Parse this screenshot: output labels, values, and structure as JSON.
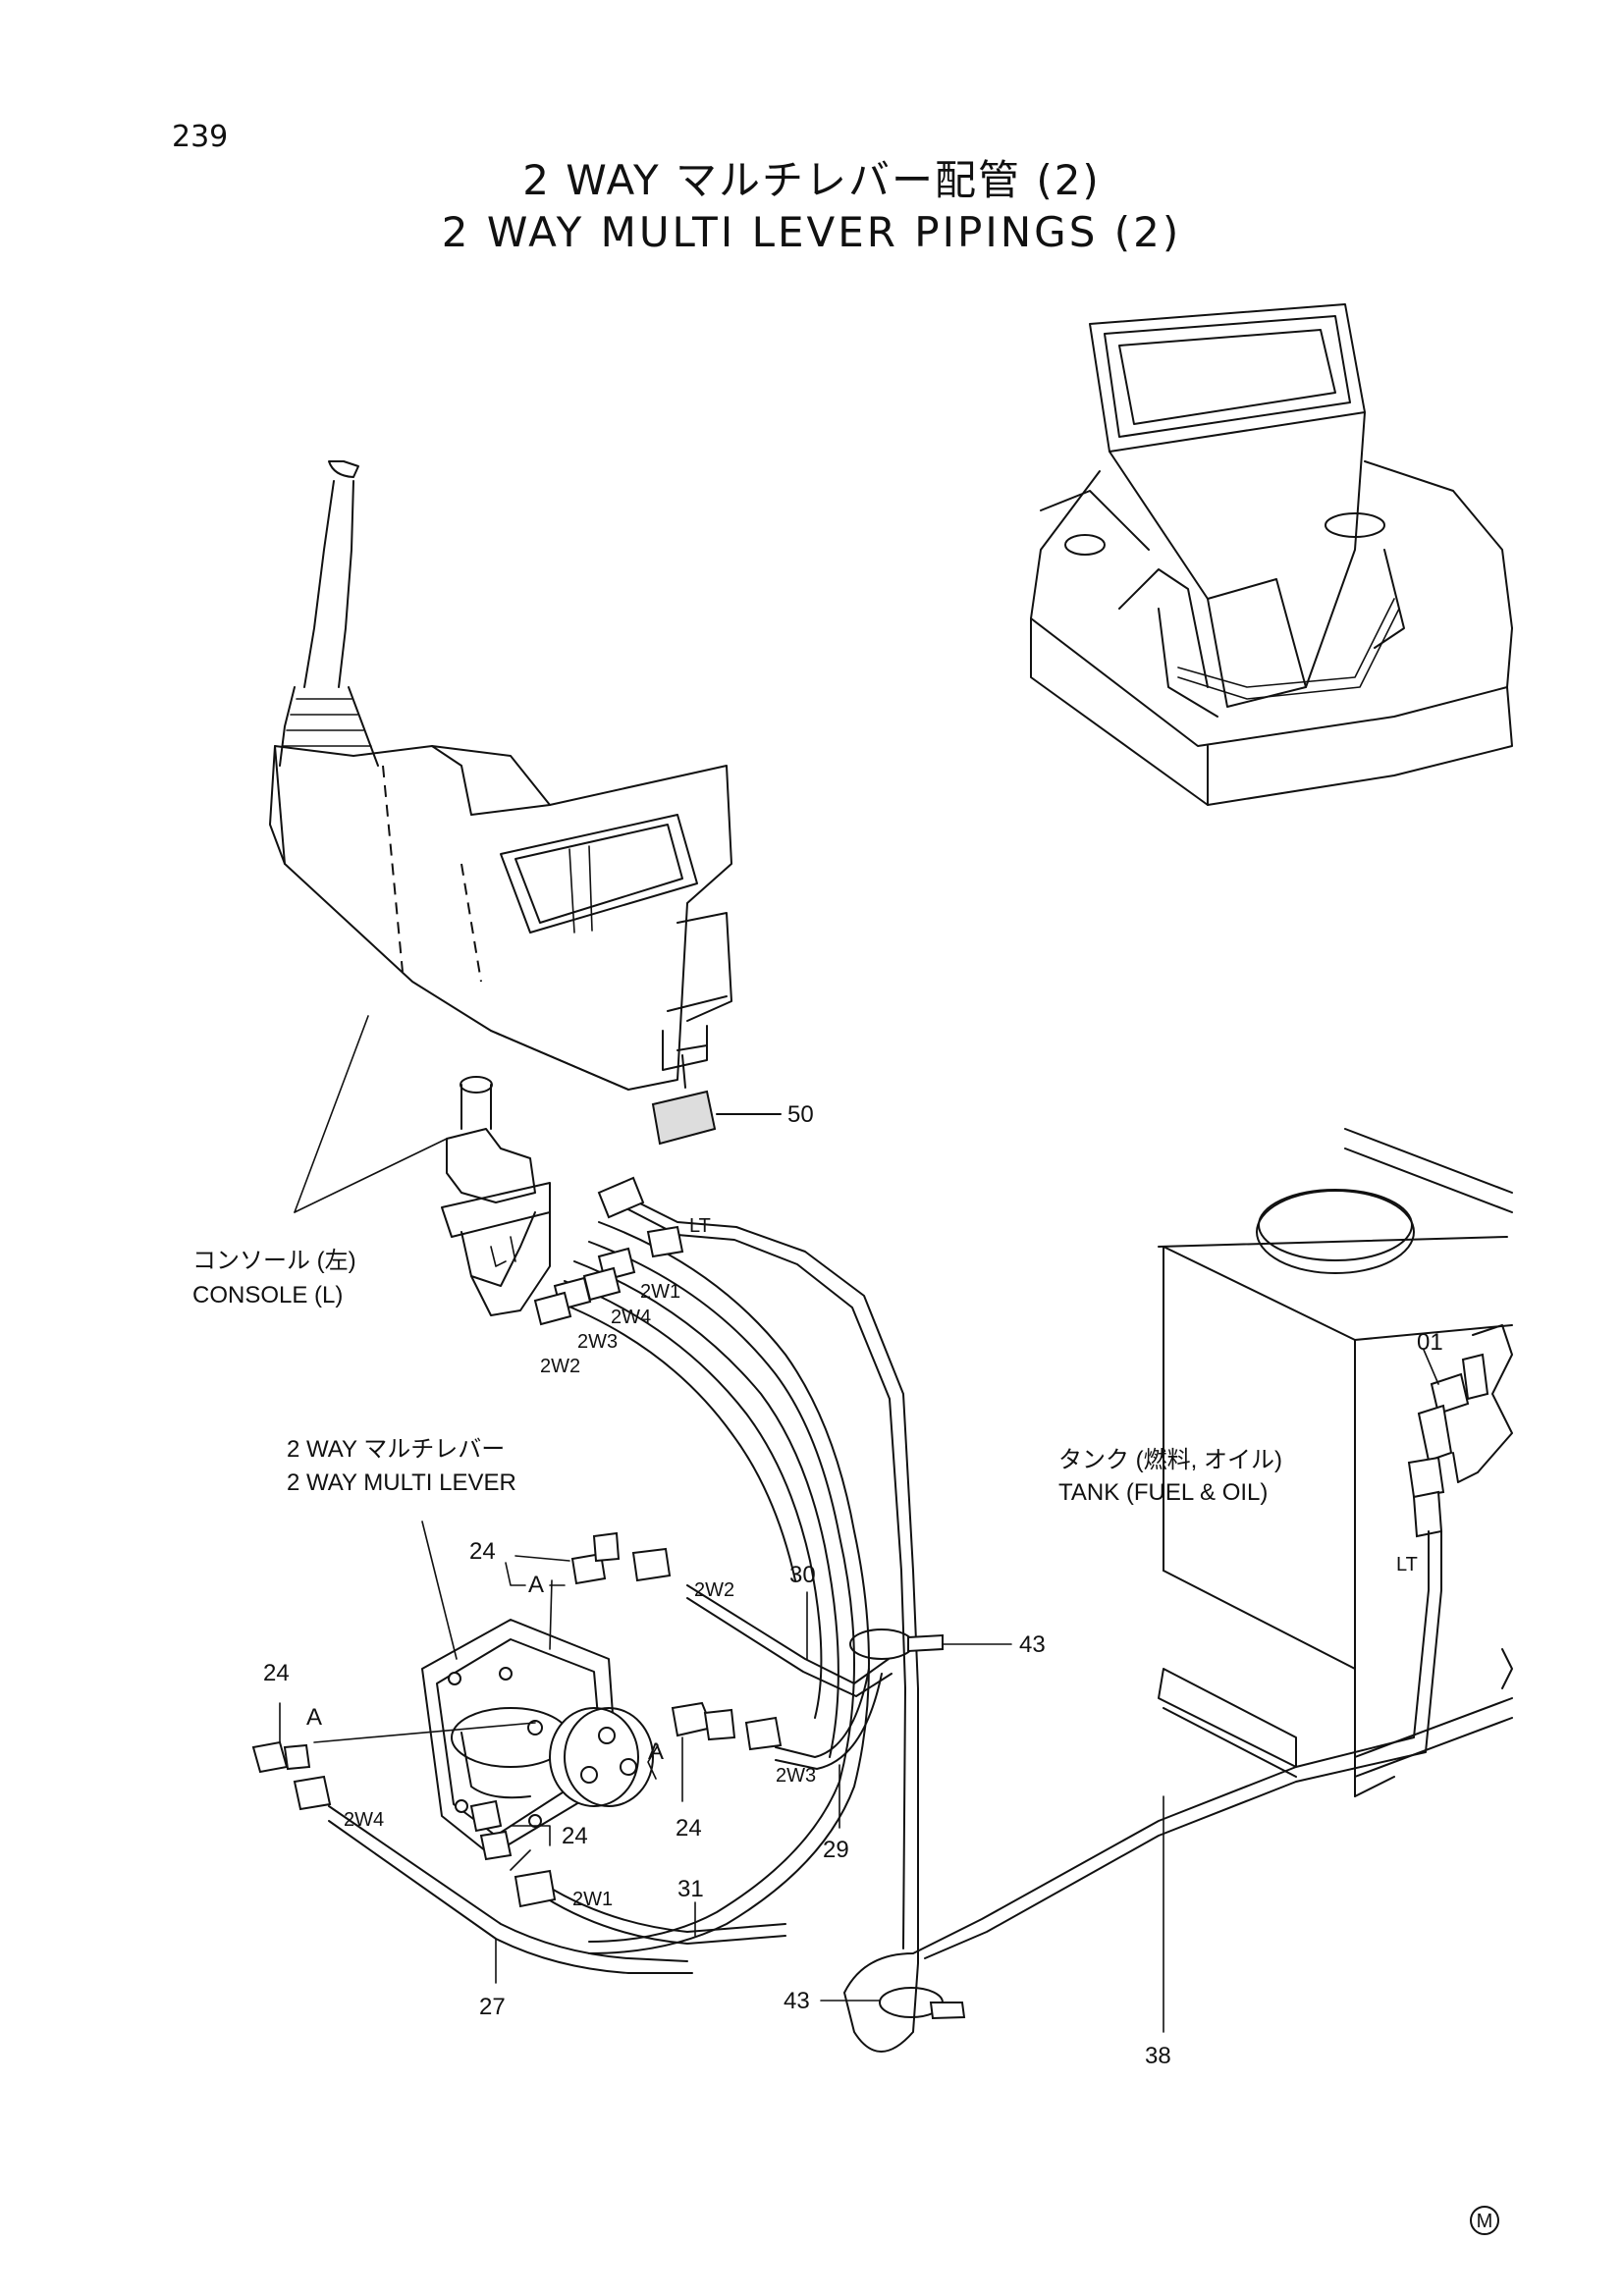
{
  "page": {
    "number": "239",
    "title_ja": "2 WAY マルチレバー配管 (2)",
    "title_en": "2 WAY MULTI LEVER PIPINGS (2)"
  },
  "callouts": {
    "console_ja": "コンソール (左)",
    "console_en": "CONSOLE (L)",
    "lever_ja": "2 WAY マルチレバー",
    "lever_en": "2 WAY MULTI LEVER",
    "tank_ja": "タンク (燃料, オイル)",
    "tank_en": "TANK (FUEL & OIL)"
  },
  "part_numbers": {
    "p01": "01",
    "p24": "24",
    "p27": "27",
    "p29": "29",
    "p30": "30",
    "p31": "31",
    "p38": "38",
    "p43": "43",
    "p50": "50"
  },
  "port_labels": {
    "lt": "LT",
    "w1": "2W1",
    "w2": "2W2",
    "w3": "2W3",
    "w4": "2W4",
    "a": "A"
  },
  "mark": "M"
}
